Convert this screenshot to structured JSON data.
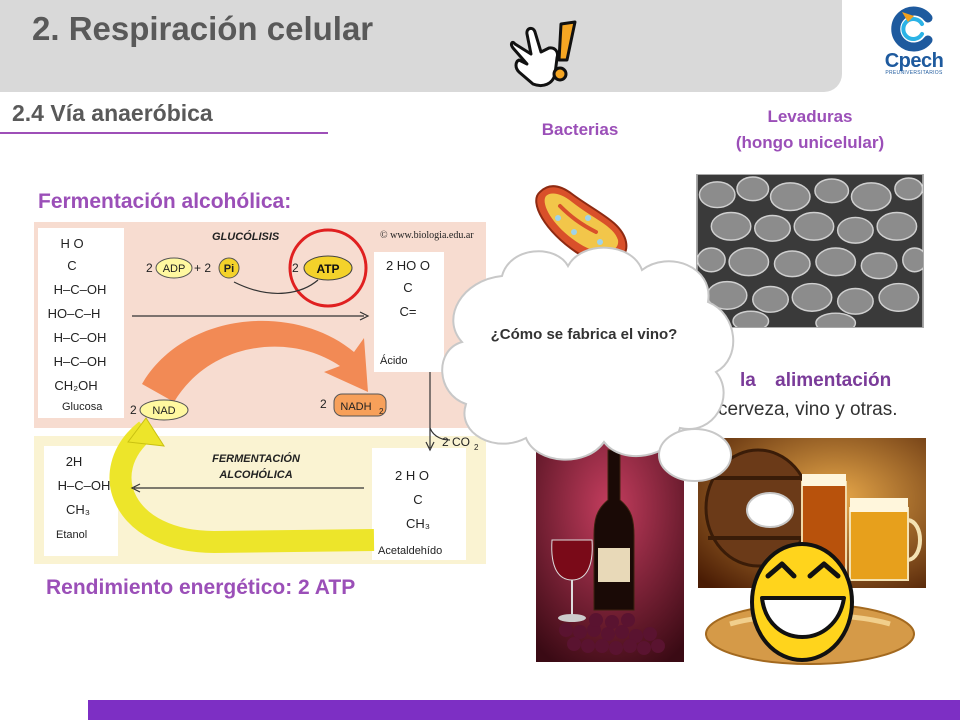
{
  "header": {
    "title": "2. Respiración celular",
    "icons": [
      "pointing-hand-exclamation-icon"
    ]
  },
  "logo": {
    "text": "Cpech",
    "subtext": "PREUNIVERSITARIOS"
  },
  "section": {
    "subtitle": "2.4 Vía anaeróbica"
  },
  "organisms": {
    "bacterias_label": "Bacterias",
    "levaduras_line1": "Levaduras",
    "levaduras_line2": "(hongo unicelular)"
  },
  "fermentation": {
    "heading": "Fermentación alcohólica:",
    "rendimiento": "Rendimiento energético: 2 ATP"
  },
  "diagram": {
    "glucolisis": "GLUCÓLISIS",
    "copyright": "© www.biologia.edu.ar",
    "adp": "ADP",
    "pi": "Pi",
    "atp": "ATP",
    "coef2": "2",
    "plus2": "+ 2",
    "nad": "NAD",
    "nadh": "NADH",
    "sub2": "2",
    "co2": "2 CO",
    "ferm_line1": "FERMENTACIÓN",
    "ferm_line2": "ALCOHÓLICA",
    "glucosa_label": "Glucosa",
    "acido_label": "Ácido",
    "etanol_label": "Etanol",
    "acetaldehido_label": "Acetaldehído",
    "glucosa_rows": [
      "H    O",
      "C",
      "H–C–OH",
      "HO–C–H",
      "H–C–OH",
      "H–C–OH",
      "CH₂OH"
    ],
    "etanol_rows": [
      "2H",
      "H–C–OH",
      "CH₃"
    ],
    "acetal_rows": [
      "2 H    O",
      "C",
      "CH₃"
    ],
    "acido_rows": [
      "2 HO    O",
      "C",
      "C="
    ]
  },
  "text": {
    "line1": "la alimentación",
    "line2": "cerveza, vino y otras."
  },
  "thought": {
    "question": "¿Cómo se fabrica el vino?"
  },
  "colors": {
    "accent": "#9b4fb8",
    "bottom_bar": "#7d2fc4",
    "title_bg": "#d9d9d9"
  }
}
